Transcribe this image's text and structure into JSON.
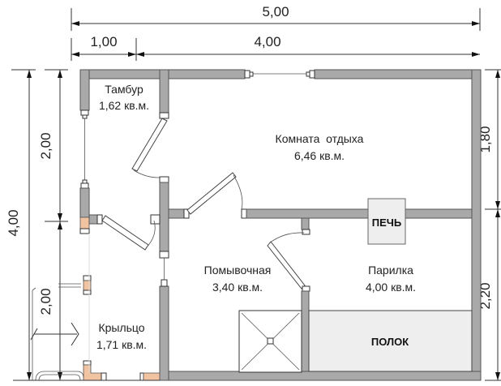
{
  "dimensions": {
    "top_total": "5,00",
    "top_left": "1,00",
    "top_right": "4,00",
    "left_total": "4,00",
    "left_upper": "2,00",
    "left_lower": "2,00",
    "right_upper": "1,80",
    "right_lower": "2,20"
  },
  "rooms": {
    "tambur": {
      "name": "Тамбур",
      "area": "1,62 кв.м."
    },
    "rest_room": {
      "name": "Комната  отдыха",
      "area": "6,46 кв.м."
    },
    "wash_room": {
      "name": "Помывочная",
      "area": "3,40 кв.м."
    },
    "steam_room": {
      "name": "Парилка",
      "area": "4,00 кв.м."
    },
    "porch": {
      "name": "Крыльцо",
      "area": "1,71 кв.м."
    }
  },
  "fixtures": {
    "stove": "ПЕЧЬ",
    "bench": "ПОЛОК"
  },
  "colors": {
    "wall": "#a9a9a9",
    "bench_fill": "#eeeeee",
    "post": "#f2c3a0"
  }
}
